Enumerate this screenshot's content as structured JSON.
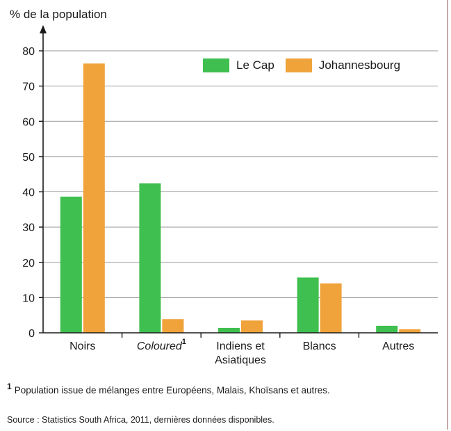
{
  "chart_data": {
    "type": "bar",
    "ylabel": "% de la population",
    "ylim": [
      0,
      80
    ],
    "yticks": [
      0,
      10,
      20,
      30,
      40,
      50,
      60,
      70,
      80
    ],
    "grid": true,
    "legend_position": "top-right",
    "categories": [
      {
        "label": "Noirs",
        "italic": false,
        "sup": ""
      },
      {
        "label": "Coloured",
        "italic": true,
        "sup": "1"
      },
      {
        "label": "Indiens et Asiatiques",
        "italic": false,
        "sup": ""
      },
      {
        "label": "Blancs",
        "italic": false,
        "sup": ""
      },
      {
        "label": "Autres",
        "italic": false,
        "sup": ""
      }
    ],
    "series": [
      {
        "name": "Le Cap",
        "color": "#3fbf4f",
        "values": [
          38.6,
          42.4,
          1.4,
          15.7,
          2.0
        ]
      },
      {
        "name": "Johannesbourg",
        "color": "#f0a33a",
        "values": [
          76.4,
          3.9,
          3.5,
          14.0,
          1.0
        ]
      }
    ]
  },
  "footnote": {
    "marker": "1",
    "text": "Population issue de mélanges entre Européens, Malais, Khoïsans et autres."
  },
  "source": "Source : Statistics South Africa, 2011, dernières données disponibles."
}
